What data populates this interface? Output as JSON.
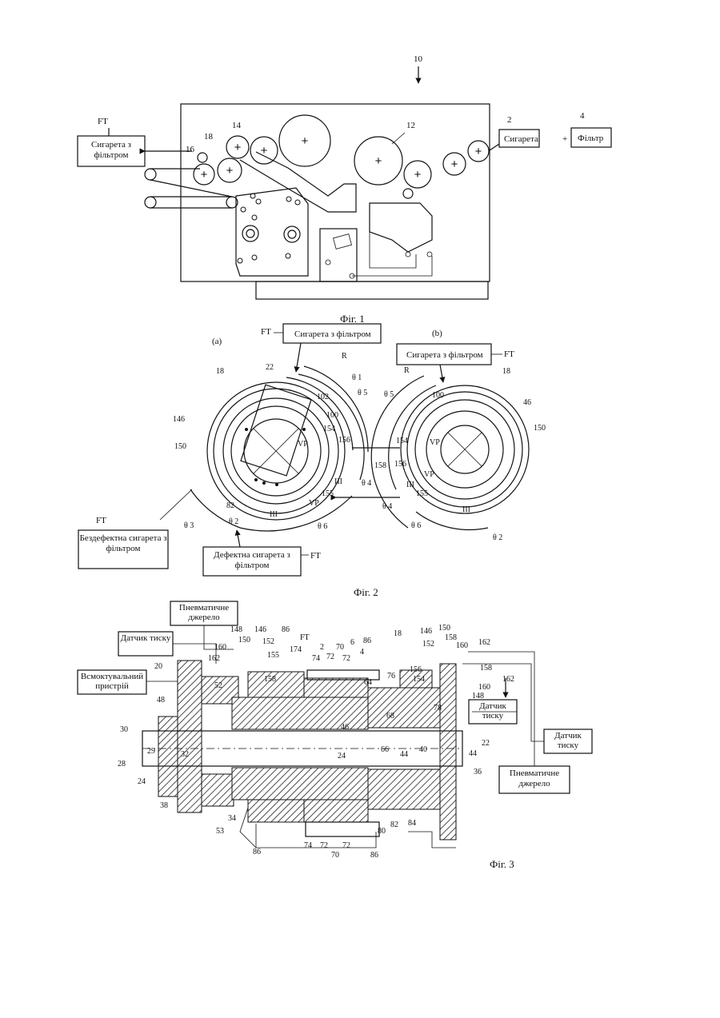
{
  "fig1": {
    "caption": "Фіг. 1",
    "ref_10": "10",
    "ref_12": "12",
    "ref_14": "14",
    "ref_16": "16",
    "ref_18": "18",
    "ref_2": "2",
    "ref_4": "4",
    "ft": "FT",
    "box_filter_cig": "Сигарета з фільтром",
    "box_cigarette": "Сигарета",
    "box_filter": "Фільтр",
    "plus": "+"
  },
  "fig2": {
    "caption": "Фіг. 2",
    "part_a": "(a)",
    "part_b": "(b)",
    "ft": "FT",
    "box_top_a": "Сигарета з фільтром",
    "box_top_b": "Сигарета з фільтром",
    "box_good": "Бездефектна сигарета з фільтром",
    "box_defect": "Дефектна сигарета з фільтром",
    "r": "R",
    "theta1": "θ 1",
    "theta2": "θ 2",
    "theta3": "θ 3",
    "theta4": "θ 4",
    "theta5": "θ 5",
    "theta6": "θ 6",
    "n18": "18",
    "n22": "22",
    "n46": "46",
    "n82": "82",
    "n100": "100",
    "n102": "102",
    "n146": "146",
    "n150": "150",
    "n154": "154",
    "n155": "155",
    "n156": "156",
    "n158": "158",
    "vp": "VP",
    "iii": "III"
  },
  "fig3": {
    "caption": "Фіг. 3",
    "box_pneu_left": "Пневматичне джерело",
    "box_sensor_left": "Датчик тиску",
    "box_suction": "Всмоктувальний пристрій",
    "box_sensor_right": "Датчик тиску",
    "box_sensor_far": "Датчик тиску",
    "box_pneu_right": "Пневматичне джерело",
    "ft": "FT",
    "nums": {
      "n2": "2",
      "n4": "4",
      "n6": "6",
      "n18": "18",
      "n20": "20",
      "n22": "22",
      "n24": "24",
      "n28": "28",
      "n29": "29",
      "n30": "30",
      "n32": "32",
      "n34": "34",
      "n36": "36",
      "n38": "38",
      "n40": "40",
      "n44": "44",
      "n46": "46",
      "n48": "48",
      "n52": "52",
      "n53": "53",
      "n64": "64",
      "n66": "66",
      "n68": "68",
      "n70": "70",
      "n72": "72",
      "n74": "74",
      "n76": "76",
      "n78": "78",
      "n80": "80",
      "n82": "82",
      "n84": "84",
      "n86": "86",
      "n146": "146",
      "n148": "148",
      "n150": "150",
      "n152": "152",
      "n154": "154",
      "n155": "155",
      "n156": "156",
      "n158": "158",
      "n160": "160",
      "n162": "162",
      "n174": "174"
    }
  }
}
